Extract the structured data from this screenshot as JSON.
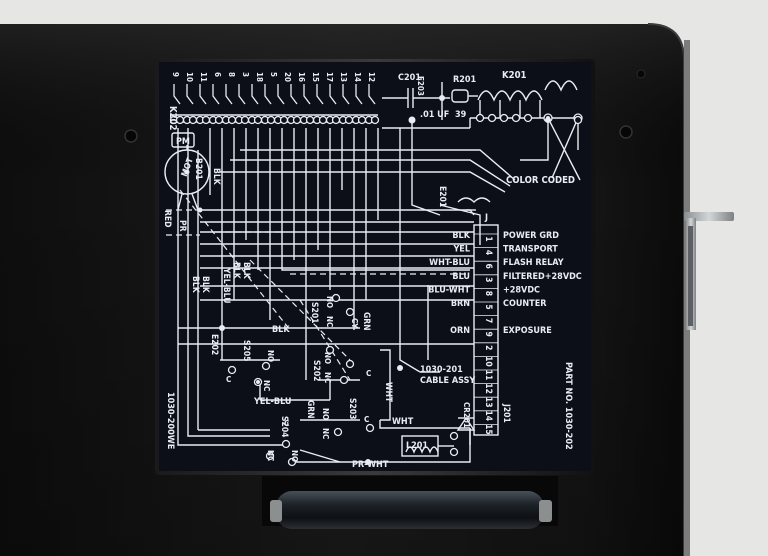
{
  "colors": {
    "background": "#e6e6e4",
    "panel": "#141414",
    "plate": "#0c0f18",
    "ink": "#e8ecf3"
  },
  "top_terminals": [
    "9",
    "10",
    "11",
    "6",
    "8",
    "3",
    "18",
    "5",
    "20",
    "16",
    "15",
    "17",
    "13",
    "14",
    "12"
  ],
  "labels": {
    "k202": "K202",
    "k201": "K201",
    "c201": "C201",
    "e203": "E203",
    "r201": "R201",
    "cap_value": ".01 UF",
    "res_value": "39",
    "pm": "PM",
    "b201": "B201",
    "mot": "MOT",
    "color_coded": "COLOR CODED",
    "e201": "E201",
    "j_plug": "J",
    "e202": "E202",
    "part_no": "PART NO. 1030-202",
    "drawing_no": "1030-200WE",
    "cable_assy_1": "1030-201",
    "cable_assy_2": "CABLE ASSY",
    "cr201": "CR201",
    "j201": "J201",
    "l201": "L201",
    "s201": "S201",
    "s202": "S202",
    "s203": "S203",
    "s204": "S204",
    "s205": "S205"
  },
  "wire_labels": {
    "blk": "BLK",
    "pr": "PR",
    "red": "RED",
    "yel_blu": "YEL-BLU",
    "grn": "GRN",
    "wht": "WHT",
    "pr_wht": "PR-WHT"
  },
  "switch_contacts": {
    "no": "NO",
    "nc": "NC",
    "c": "C",
    "cy": "CY"
  },
  "connector_pins": [
    {
      "pin": "1",
      "wire": "BLK",
      "function": "POWER GRD"
    },
    {
      "pin": "4",
      "wire": "YEL",
      "function": "TRANSPORT"
    },
    {
      "pin": "6",
      "wire": "WHT-BLU",
      "function": "FLASH RELAY"
    },
    {
      "pin": "3",
      "wire": "BLU",
      "function": "FILTERED+28VDC"
    },
    {
      "pin": "8",
      "wire": "BLU-WHT",
      "function": "+28VDC"
    },
    {
      "pin": "5",
      "wire": "BRN",
      "function": "COUNTER"
    },
    {
      "pin": "7",
      "wire": "",
      "function": ""
    },
    {
      "pin": "9",
      "wire": "ORN",
      "function": "EXPOSURE"
    },
    {
      "pin": "2",
      "wire": "",
      "function": ""
    },
    {
      "pin": "10",
      "wire": "",
      "function": ""
    },
    {
      "pin": "11",
      "wire": "",
      "function": ""
    },
    {
      "pin": "12",
      "wire": "",
      "function": ""
    },
    {
      "pin": "13",
      "wire": "",
      "function": ""
    },
    {
      "pin": "14",
      "wire": "",
      "function": ""
    },
    {
      "pin": "15",
      "wire": "",
      "function": ""
    }
  ]
}
